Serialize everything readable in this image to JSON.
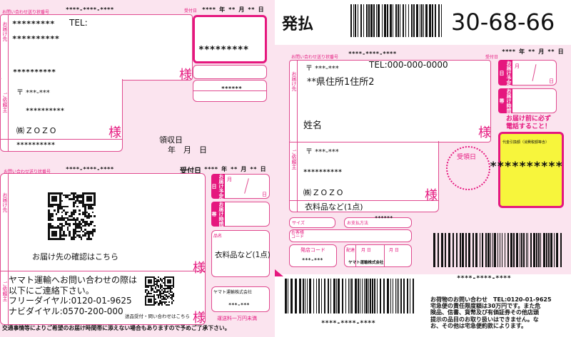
{
  "common": {
    "tracking_label": "お問い合わせ送り状番号",
    "tracking_no": "****-****-****",
    "received_label": "受付日",
    "received_date": "**** 年 ** 月 ** 日",
    "sama": "様",
    "side_to": "お届け先",
    "side_from": "ご依頼主",
    "side_item": "品名"
  },
  "left_top": {
    "line1": "*********",
    "tel": "TEL:",
    "line2": "**********",
    "line3": "**********",
    "highlight": "*********",
    "small_code": "******",
    "postal": "〒 ***-***",
    "sender_addr": "**********",
    "sender_name": "㈱ZOZO",
    "item": "**********",
    "receipt_label": "領収日",
    "receipt_date": "年　月　日"
  },
  "left_bottom": {
    "qr_caption": "お届け先の確認はこちら",
    "contact_lines": [
      "ヤマト運輸へお問い合わせの際は",
      "以下にご連絡下さい。",
      "フリーダイヤル:0120-01-9625",
      "ナビダイヤル:0570-200-000"
    ],
    "qr2_caption": "送品受付・問い合わせはこちら",
    "delivery_date_tag": "お届け予定日",
    "month": "月",
    "day": "日",
    "time_tag": "お届け時間帯",
    "item_label": "品名",
    "item": "衣料品など(1点)",
    "company": "ヤマト運輸株式会社",
    "code": "***-***",
    "fee_note": "運送料一万円未満",
    "footer": "交通事情等によりご希望のお届け時間帯に添えない場合もありますので予めご了承下さい。"
  },
  "right": {
    "payment_type": "発払",
    "sort_code": "30-68-66",
    "postal": "〒 ***-***",
    "tel": "TEL:000-000-0000",
    "address": "**県住所1住所2",
    "name": "姓名",
    "sender_postal": "〒 ***-***",
    "sender_addr": "**********",
    "sender_name": "㈱ZOZO",
    "item": "衣料品など(1点)",
    "delivery_date_tag": "お届け予定日",
    "month": "月",
    "day": "日",
    "time_tag": "お届け時間帯",
    "call_note": [
      "お届け前に必ず",
      "電話すること！"
    ],
    "cod_label": "代金引換額（消費税額等含）",
    "cod_amount": "**********",
    "stamp": "受領日",
    "size_label": "サイズ",
    "payment_label": "お支払方法",
    "payment_value": "******",
    "customer_code_label": "お客様コード",
    "store_code_label": "発店コード",
    "store_code": "***-***",
    "delivery_label": "配達",
    "delivery_md": "月 日",
    "company": "ヤマト運輸株式会社",
    "barcode1_no": "****-****-****",
    "barcode2_no": "****-****-****",
    "notice": [
      "お荷物のお問い合わせ　TEL:0120-01-9625",
      "宅急便の責任限度額は30万円です。また危",
      "険品、信書、貨幣及び有価証券その他店頭",
      "提示の品目のお取り扱いはできません。な",
      "お、その他は宅急便約款によります。"
    ]
  },
  "colors": {
    "pink": "#e5177e",
    "bg": "#fbe4ef",
    "yellow": "#f7f53c"
  }
}
